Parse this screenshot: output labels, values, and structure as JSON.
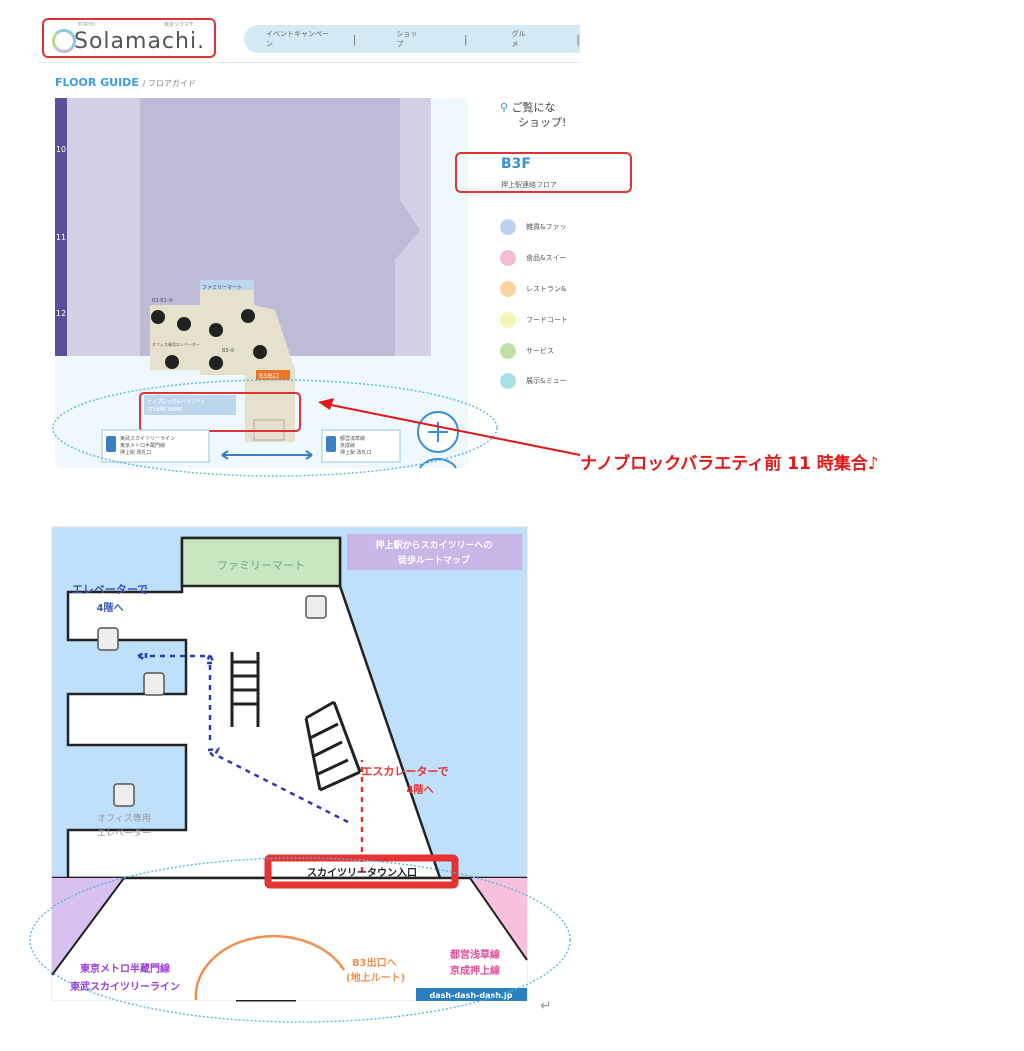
{
  "header": {
    "logo": "Solamachi.",
    "logo_small_left": "TOKYO",
    "logo_small_right": "東京ソラマチ",
    "nav": [
      "イベントキャンペーン",
      "ショップ",
      "グルメ"
    ]
  },
  "floor_guide": {
    "title": "FLOOR GUIDE",
    "subtitle": "/ フロアガイド"
  },
  "side": {
    "search_line1": "ご覧にな",
    "search_line2": "ショップ!",
    "floor": "B3F",
    "floor_desc": "押上駅連絡フロア",
    "legend": [
      {
        "label": "雑貨&ファッ",
        "color": "#b9d3f0"
      },
      {
        "label": "食品&スイー",
        "color": "#f5bcd5"
      },
      {
        "label": "レストラン&",
        "color": "#fbd3a0"
      },
      {
        "label": "フードコート",
        "color": "#f6f5b8"
      },
      {
        "label": "サービス",
        "color": "#bfe0a8"
      },
      {
        "label": "展示&ミュー",
        "color": "#a9e0e0"
      }
    ]
  },
  "map1": {
    "floor_numbers": [
      "10",
      "11",
      "12"
    ],
    "familymart": "ファミリーマート",
    "b3b1": "B3-B1-⑥",
    "b3": "B3-⑥",
    "elevator_label": "オフィス専用エレベーター",
    "exit_badge": "B3出口",
    "shop_line1": "ナノブロック&バラエティ",
    "shop_line2": "STEAMCREAM",
    "left_station": [
      "東武スカイツリーライン",
      "東京メトロ半蔵門線",
      "押上駅 改札口"
    ],
    "right_station": [
      "都営浅草線",
      "京成線",
      "押上駅 改札口"
    ]
  },
  "annotation": "ナノブロックバラエティ前 11 時集合♪",
  "map2": {
    "title_line1": "押上駅からスカイツリーへの",
    "title_line2": "徒歩ルートマップ",
    "familymart": "ファミリーマート",
    "elevator_line1": "エレベーターで",
    "elevator_line2": "4階へ",
    "escalator_line1": "エスカレーターで",
    "escalator_line2": "4階へ",
    "office_line1": "オフィス専用",
    "office_line2": "エレベーター",
    "entrance": "スカイツリータウン入口",
    "left_line1": "東京メトロ半蔵門線",
    "left_line2": "東武スカイツリーライン",
    "right_line1": "都営浅草線",
    "right_line2": "京成押上線",
    "exit_line1": "B3出口へ",
    "exit_line2": "(地上ルート)",
    "credit": "dash-dash-dash.jp"
  },
  "return_mark": "↵"
}
